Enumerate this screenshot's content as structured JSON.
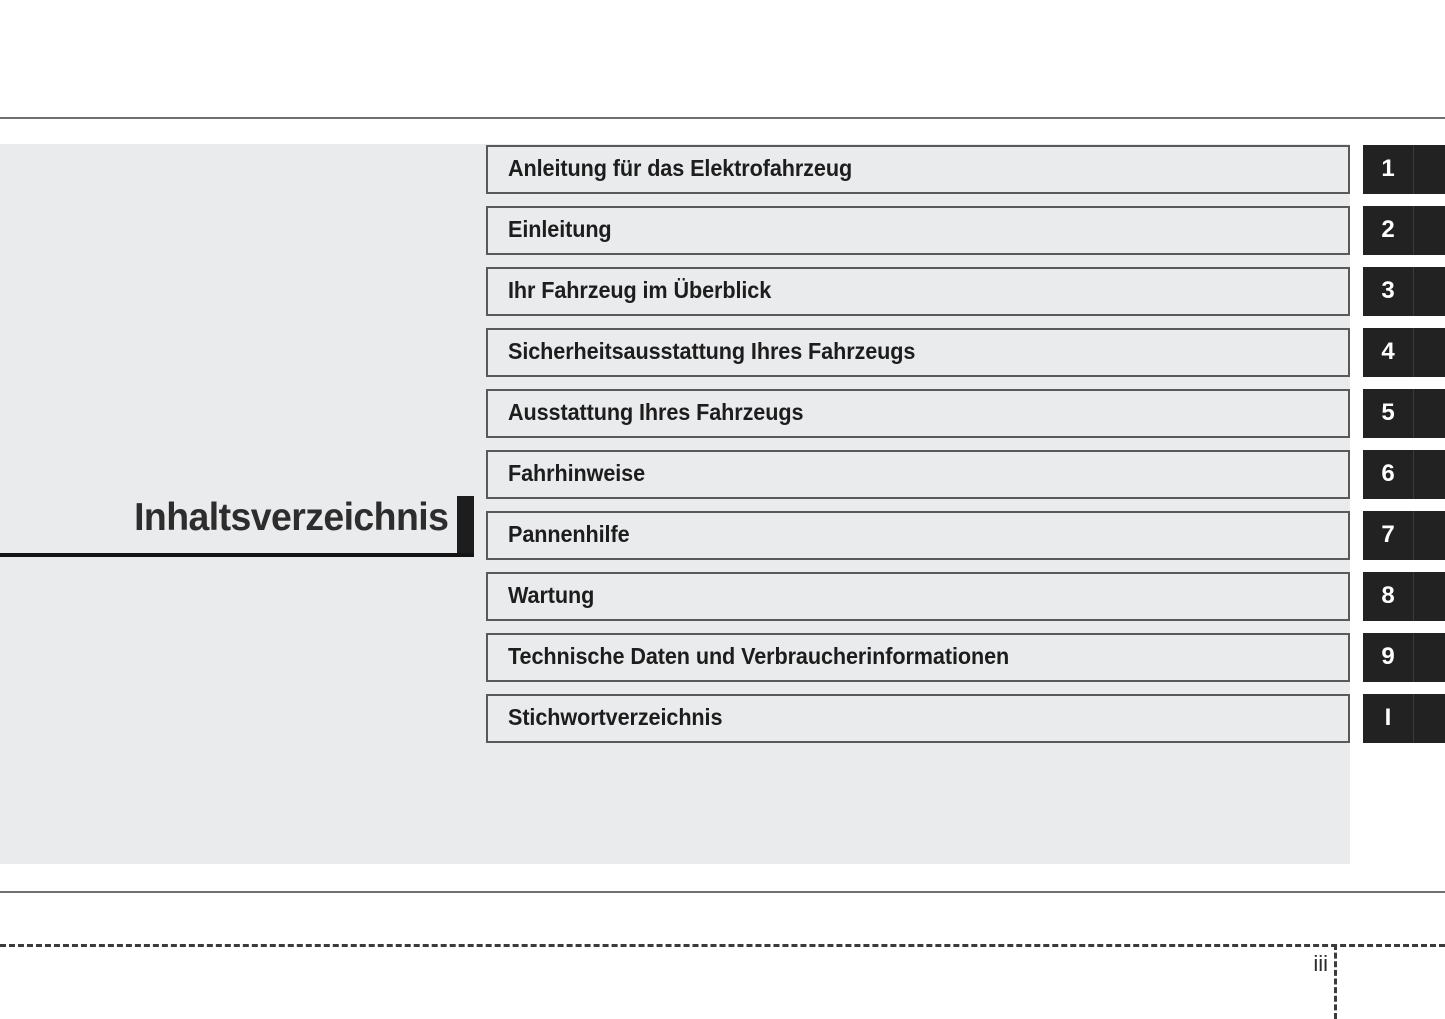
{
  "page": {
    "title": "Inhaltsverzeichnis",
    "page_number": "iii",
    "panel_color": "#eaebed",
    "rule_color": "#6f7072",
    "tab_color": "#222223",
    "text_color": "#1d1d1d"
  },
  "contents": {
    "items": [
      {
        "label": "Anleitung für das Elektrofahrzeug",
        "tab": "1"
      },
      {
        "label": "Einleitung",
        "tab": "2"
      },
      {
        "label": "Ihr Fahrzeug im Überblick",
        "tab": "3"
      },
      {
        "label": "Sicherheitsausstattung Ihres Fahrzeugs",
        "tab": "4"
      },
      {
        "label": "Ausstattung Ihres Fahrzeugs",
        "tab": "5"
      },
      {
        "label": "Fahrhinweise",
        "tab": "6"
      },
      {
        "label": "Pannenhilfe",
        "tab": "7"
      },
      {
        "label": "Wartung",
        "tab": "8"
      },
      {
        "label": "Technische Daten und Verbraucherinformationen",
        "tab": "9"
      },
      {
        "label": "Stichwortverzeichnis",
        "tab": "I"
      }
    ]
  }
}
